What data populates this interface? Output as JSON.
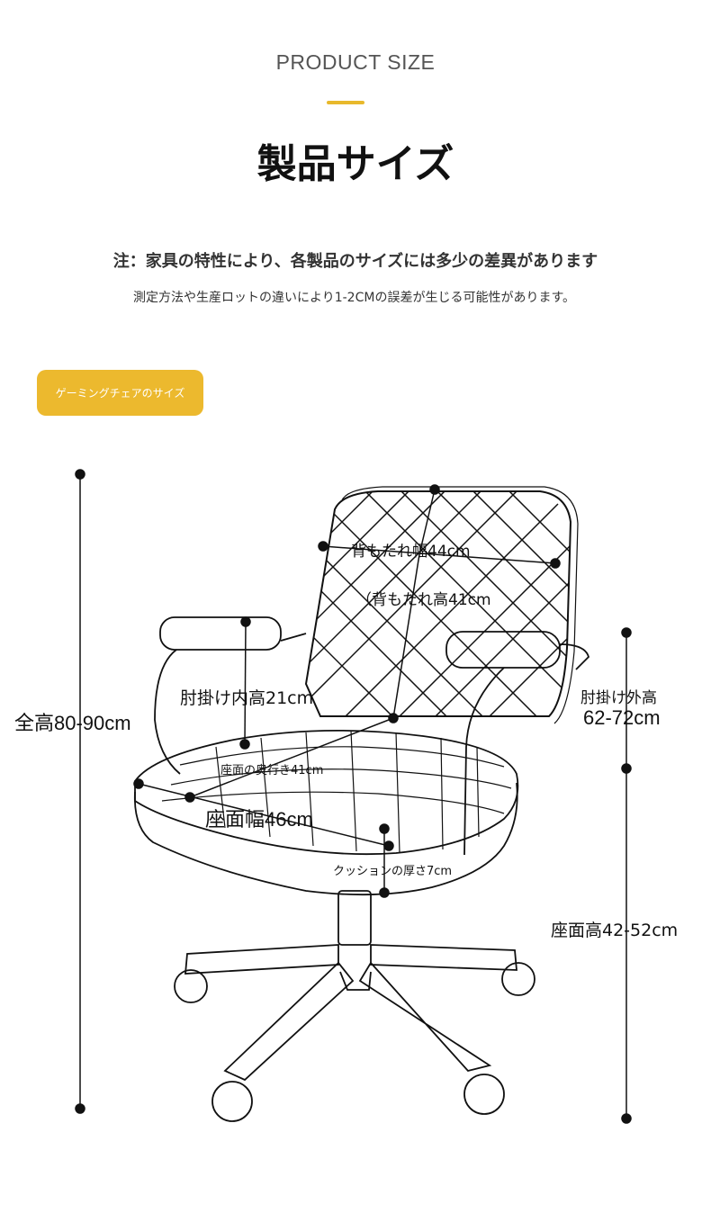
{
  "header": {
    "eyebrow": "PRODUCT SIZE",
    "title": "製品サイズ",
    "accent_color": "#e8b92c"
  },
  "notes": {
    "main": "注：家具の特性により、各製品のサイズには多少の差異があります",
    "sub": "測定方法や生産ロットの違いにより1-2CMの誤差が生じる可能性があります。"
  },
  "tag": {
    "label": "ゲーミングチェアのサイズ",
    "color": "#ecb92e"
  },
  "dimensions": {
    "total_height": "全高80-90cm",
    "backrest_width": "背もたれ幅44cm",
    "backrest_height": "（背もたれ高41cm",
    "armrest_inner_height": "肘掛け内高21cm",
    "armrest_outer_height_label": "肘掛け外高",
    "armrest_outer_height_value": "62-72cm",
    "seat_depth": "座面の奥行き41cm",
    "seat_width": "座面幅46cm",
    "cushion_thickness": "クッションの厚さ7cm",
    "seat_height": "座面高42-52cm"
  }
}
